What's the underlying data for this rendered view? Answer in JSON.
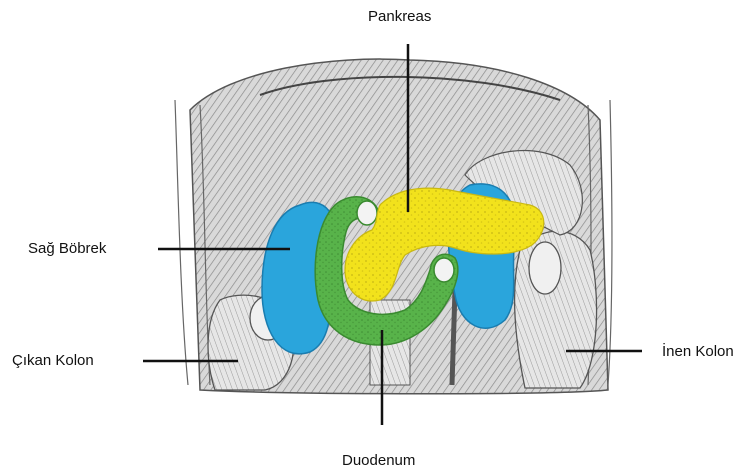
{
  "labels": {
    "pancreas": "Pankreas",
    "right_kidney": "Sağ Böbrek",
    "ascending_colon": "Çıkan Kolon",
    "descending_colon": "İnen Kolon",
    "duodenum": "Duodenum"
  },
  "colors": {
    "pancreas": "#f2e21c",
    "kidney": "#2aa5dc",
    "duodenum": "#58b34a",
    "line": "#111111",
    "background": "#ffffff"
  }
}
